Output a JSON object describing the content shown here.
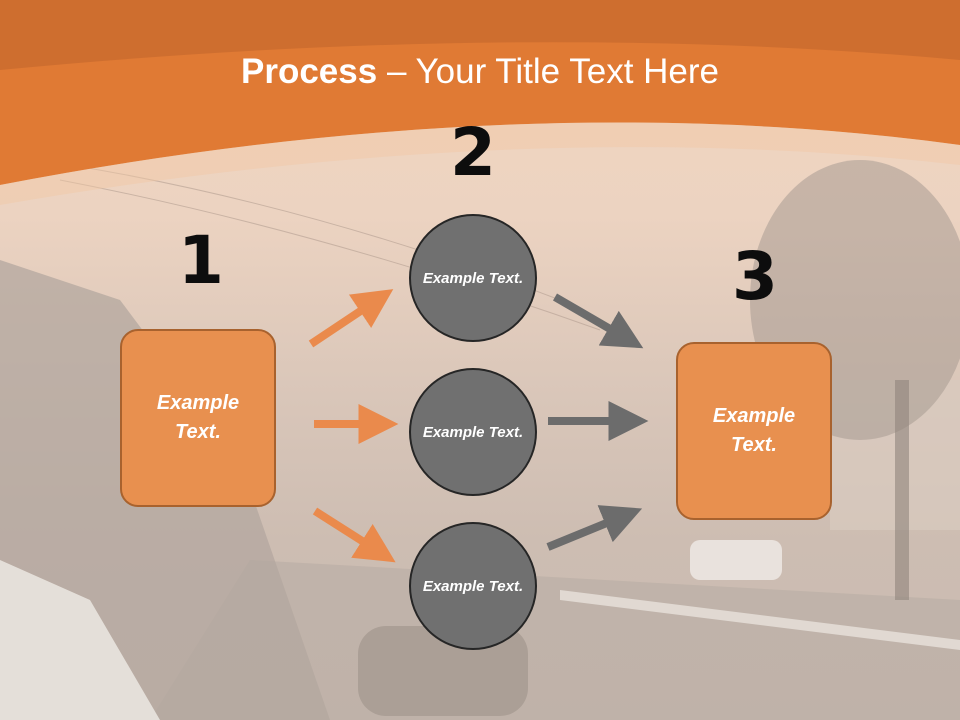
{
  "title": {
    "bold": "Process",
    "rest": " – Your Title Text Here"
  },
  "steps": {
    "one": {
      "number": "1",
      "label": "Example Text."
    },
    "two": {
      "number": "2"
    },
    "three": {
      "number": "3",
      "label": "Example Text."
    }
  },
  "circles": [
    {
      "label": "Example Text."
    },
    {
      "label": "Example Text."
    },
    {
      "label": "Example Text."
    }
  ],
  "colors": {
    "header": "#e07a34",
    "box_fill": "#e8904f",
    "circle_fill": "#707070",
    "arrow_orange": "#ea8a4c",
    "arrow_gray": "#6c6c6c"
  }
}
